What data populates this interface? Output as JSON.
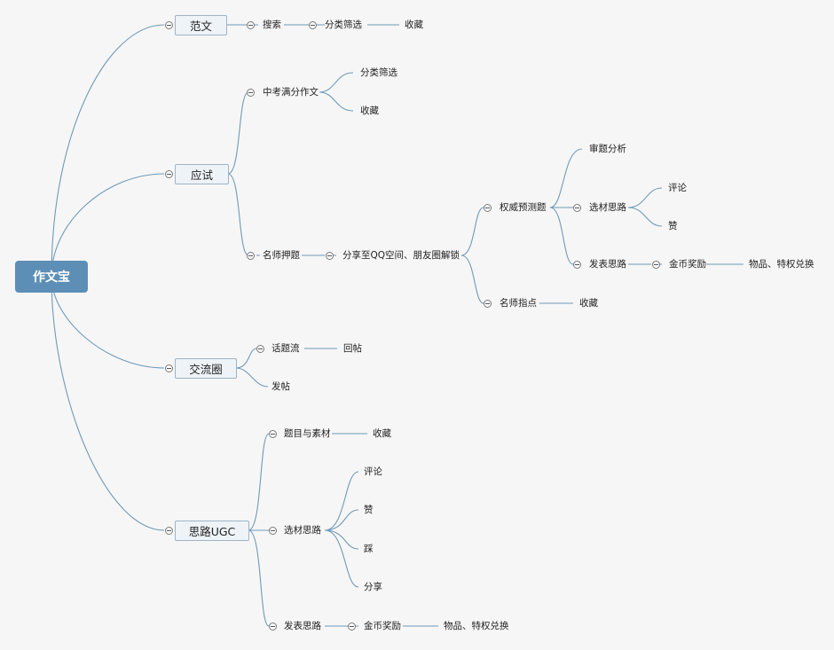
{
  "mindmap": {
    "root": {
      "label": "作文宝"
    },
    "nodes": {
      "fanwen": {
        "label": "范文"
      },
      "fanwen_sousuo": {
        "label": "搜索"
      },
      "fanwen_fenlei": {
        "label": "分类筛选"
      },
      "fanwen_shoucang": {
        "label": "收藏"
      },
      "yingshi": {
        "label": "应试"
      },
      "zhongkao": {
        "label": "中考满分作文"
      },
      "zhongkao_fenlei": {
        "label": "分类筛选"
      },
      "zhongkao_shoucang": {
        "label": "收藏"
      },
      "mingshi_yati": {
        "label": "名师押题"
      },
      "fenxiang": {
        "label": "分享至QQ空间、朋友圈解锁"
      },
      "quanwei": {
        "label": "权威预测题"
      },
      "shenti": {
        "label": "审题分析"
      },
      "xuancai1": {
        "label": "选材思路"
      },
      "pinglun1": {
        "label": "评论"
      },
      "zan1": {
        "label": "赞"
      },
      "fabiao1": {
        "label": "发表思路"
      },
      "jinbi1": {
        "label": "金币奖励"
      },
      "wupin1": {
        "label": "物品、特权兑换"
      },
      "mingshi_zhidian": {
        "label": "名师指点"
      },
      "zhidian_shoucang": {
        "label": "收藏"
      },
      "jiaoliu": {
        "label": "交流圈"
      },
      "huati": {
        "label": "话题流"
      },
      "huitie": {
        "label": "回帖"
      },
      "fatie": {
        "label": "发帖"
      },
      "silu": {
        "label": "思路UGC"
      },
      "timu": {
        "label": "题目与素材"
      },
      "timu_shoucang": {
        "label": "收藏"
      },
      "xuancai2": {
        "label": "选材思路"
      },
      "pinglun2": {
        "label": "评论"
      },
      "zan2": {
        "label": "赞"
      },
      "cai2": {
        "label": "踩"
      },
      "fenxiang2": {
        "label": "分享"
      },
      "fabiao2": {
        "label": "发表思路"
      },
      "jinbi2": {
        "label": "金币奖励"
      },
      "wupin2": {
        "label": "物品、特权兑换"
      }
    },
    "colors": {
      "line": "#6f9ab8",
      "root_fill": "#5d8fb6",
      "box_fill": "#eef3f7",
      "background": "#f6f6f6"
    }
  }
}
